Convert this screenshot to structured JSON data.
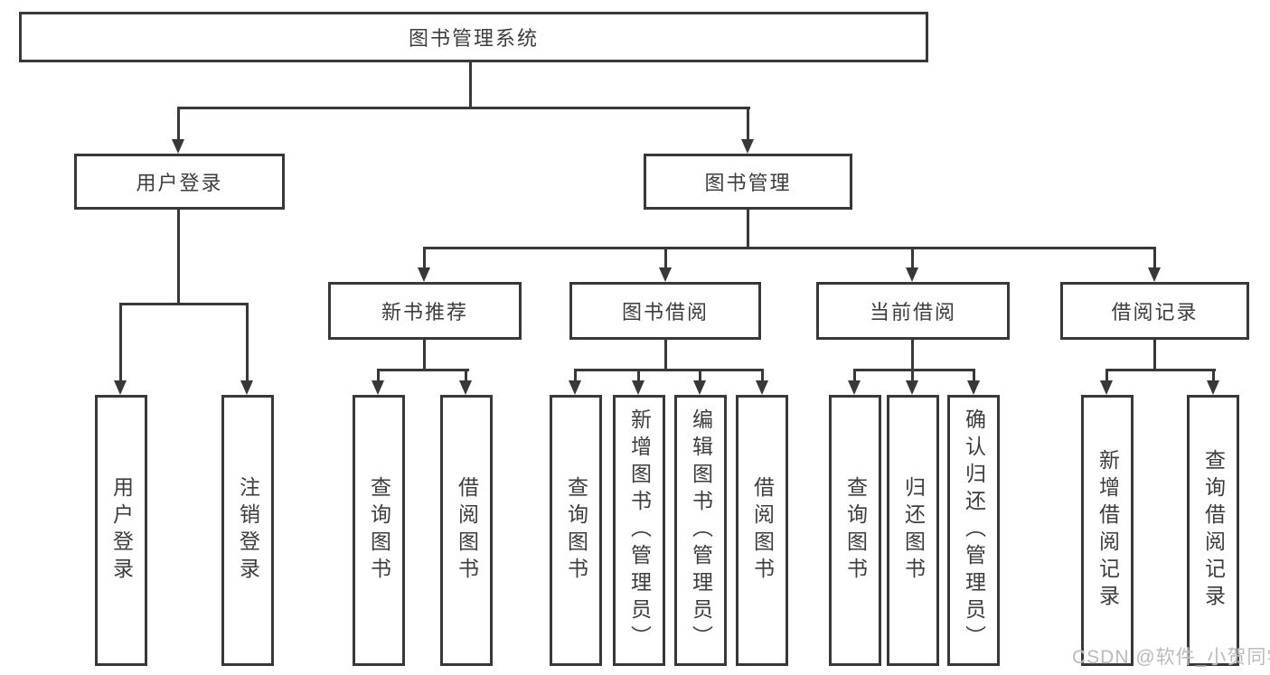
{
  "diagram": {
    "title": "图书管理系统",
    "level2": [
      {
        "label": "用户登录"
      },
      {
        "label": "图书管理"
      }
    ],
    "level3": [
      {
        "label": "新书推荐",
        "parent": "图书管理"
      },
      {
        "label": "图书借阅",
        "parent": "图书管理"
      },
      {
        "label": "当前借阅",
        "parent": "图书管理"
      },
      {
        "label": "借阅记录",
        "parent": "图书管理"
      }
    ],
    "leaves": [
      {
        "label": "用户登录",
        "parent": "用户登录"
      },
      {
        "label": "注销登录",
        "parent": "用户登录"
      },
      {
        "label": "查询图书",
        "parent": "新书推荐"
      },
      {
        "label": "借阅图书",
        "parent": "新书推荐"
      },
      {
        "label": "查询图书",
        "parent": "图书借阅"
      },
      {
        "label": "新增图书（管理员）",
        "parent": "图书借阅"
      },
      {
        "label": "编辑图书（管理员）",
        "parent": "图书借阅"
      },
      {
        "label": "借阅图书",
        "parent": "图书借阅"
      },
      {
        "label": "查询图书",
        "parent": "当前借阅"
      },
      {
        "label": "归还图书",
        "parent": "当前借阅"
      },
      {
        "label": "确认归还（管理员）",
        "parent": "当前借阅"
      },
      {
        "label": "新增借阅记录",
        "parent": "借阅记录"
      },
      {
        "label": "查询借阅记录",
        "parent": "借阅记录"
      }
    ],
    "colors": {
      "line": "#383838",
      "text": "#3d3d3d",
      "background": "#ffffff"
    }
  },
  "watermark": {
    "text": "CSDN @软件_小贺同学"
  }
}
